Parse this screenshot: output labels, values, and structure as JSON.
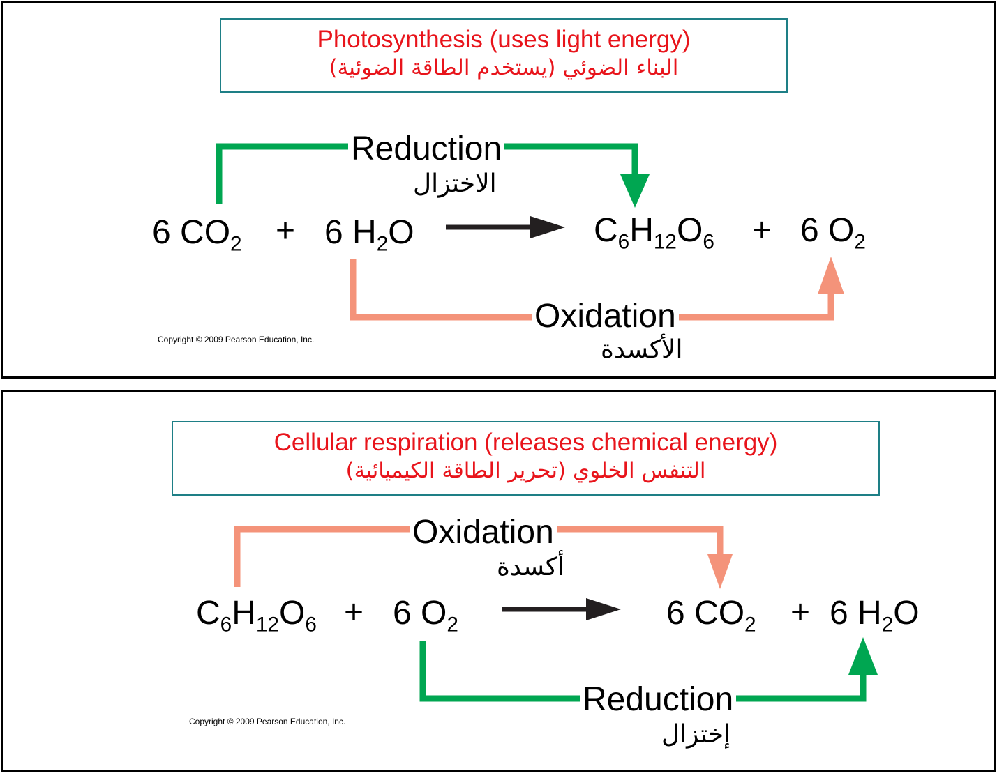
{
  "photosynthesis": {
    "title_en": "Photosynthesis (uses light energy)",
    "title_ar": "البناء الضوئي (يستخدم الطاقة الضوئية)",
    "reactants": {
      "co2_coef": "6 CO",
      "co2_sub": "2",
      "plus": "+",
      "h2o_coef": "6 H",
      "h2o_sub": "2",
      "h2o_tail": "O"
    },
    "products": {
      "glucose": [
        "C",
        "6",
        "H",
        "12",
        "O",
        "6"
      ],
      "plus": "+",
      "o2_coef": "6 O",
      "o2_sub": "2"
    },
    "reduction_label": "Reduction",
    "reduction_label_ar": "الاختزال",
    "oxidation_label": "Oxidation",
    "oxidation_label_ar": "الأكسدة",
    "copyright": "Copyright © 2009 Pearson Education, Inc."
  },
  "respiration": {
    "title_en": "Cellular respiration (releases chemical energy)",
    "title_ar": "التنفس الخلوي (تحرير الطاقة الكيميائية)",
    "reactants": {
      "glucose": [
        "C",
        "6",
        "H",
        "12",
        "O",
        "6"
      ],
      "plus": "+",
      "o2_coef": "6 O",
      "o2_sub": "2"
    },
    "products": {
      "co2_coef": "6 CO",
      "co2_sub": "2",
      "plus": "+",
      "h2o_coef": "6 H",
      "h2o_sub": "2",
      "h2o_tail": "O"
    },
    "oxidation_label": "Oxidation",
    "oxidation_label_ar": "أكسدة",
    "reduction_label": "Reduction",
    "reduction_label_ar": "إختزال",
    "copyright": "Copyright © 2009 Pearson Education, Inc."
  },
  "colors": {
    "reduction": "#00a651",
    "oxidation": "#f4937a",
    "title_text": "#e8141b",
    "title_border": "#1e7f86",
    "reaction_arrow": "#231f20"
  }
}
